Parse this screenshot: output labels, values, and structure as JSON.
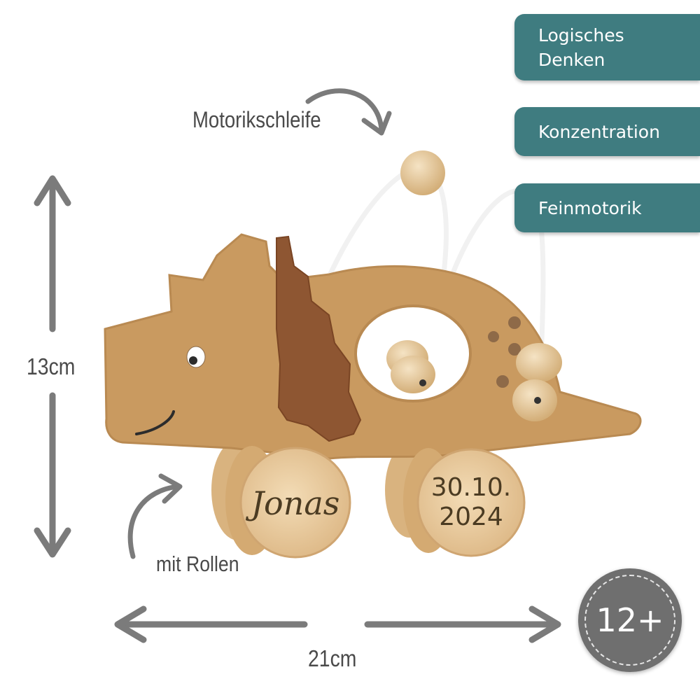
{
  "badges": [
    "Logisches Denken",
    "Konzentration",
    "Feinmotorik"
  ],
  "labels": {
    "bead_maze": "Motorikschleife",
    "wheels": "mit Rollen",
    "height": "13cm",
    "width": "21cm"
  },
  "engraving": {
    "name": "Jonas",
    "date_line1": "30.10.",
    "date_line2": "2024"
  },
  "age": "12+",
  "colors": {
    "badge_bg": "#3f7c80",
    "toy_body": "#c99a60",
    "felt": "#8e5632",
    "wood": "#e5c493",
    "arrow": "#7b7b7b",
    "age_badge": "#6f6f6f"
  }
}
